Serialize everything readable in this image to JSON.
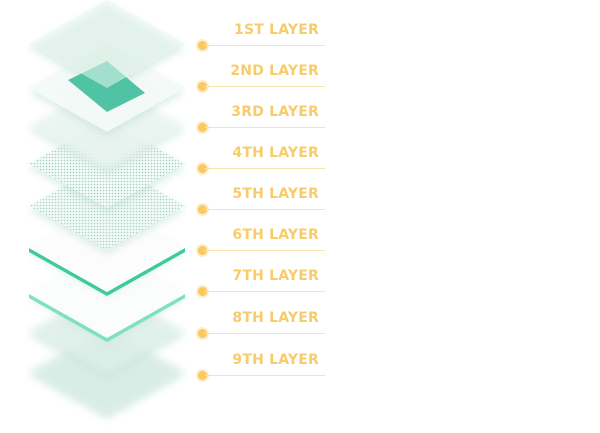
{
  "layers": [
    {
      "label": "1ST LAYER"
    },
    {
      "label": "2ND LAYER"
    },
    {
      "label": "3RD LAYER"
    },
    {
      "label": "4TH LAYER"
    },
    {
      "label": "5TH LAYER"
    },
    {
      "label": "6TH LAYER"
    },
    {
      "label": "7TH LAYER"
    },
    {
      "label": "8TH LAYER"
    },
    {
      "label": "9TH LAYER"
    }
  ],
  "colors": {
    "label": "#f8cc6a",
    "accent": "#3fc9a0",
    "layer_tint": "#cfe9e0"
  }
}
